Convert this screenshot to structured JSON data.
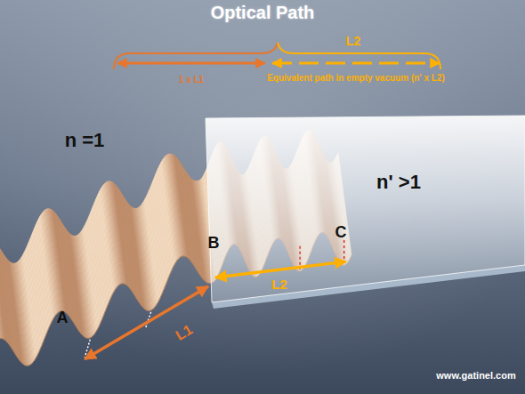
{
  "diagram": {
    "title": "Optical Path",
    "nodes": [
      {
        "text": [
          "n' >1"
        ]
      }
    ],
    "labels": [
      "L2",
      "1 x L1",
      "Equivalent path in empty vacuum (n' x L2)",
      "n =1",
      "A",
      "B",
      "C",
      "L1",
      "L2",
      "www.gatinel.com"
    ]
  }
}
